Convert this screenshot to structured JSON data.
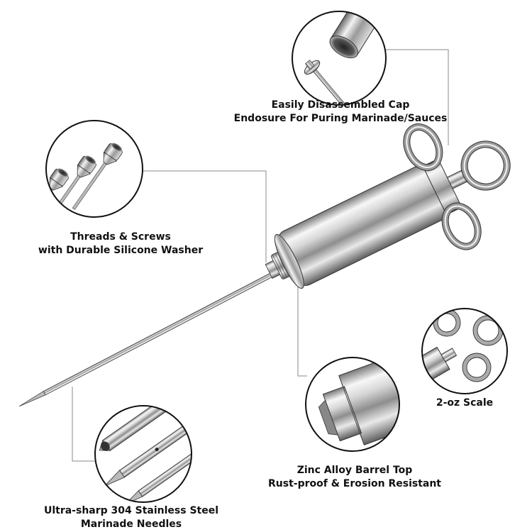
{
  "callouts": {
    "cap": {
      "line1": "Easily Disassembled Cap",
      "line2": "Endosure For Puring Marinade/Sauces"
    },
    "threads": {
      "line1": "Threads & Screws",
      "line2": "with Durable Silicone Washer"
    },
    "scale": {
      "line1": "2-oz Scale"
    },
    "barrel": {
      "line1": "Zinc Alloy Barrel Top",
      "line2": "Rust-proof & Erosion Resistant"
    },
    "needles": {
      "line1": "Ultra-sharp 304 Stainless Steel",
      "line2": "Marinade Needles"
    }
  },
  "colors": {
    "outline": "#111111",
    "leader": "#888888",
    "steel_light": "#f4f4f4",
    "steel_mid": "#c8c8c8",
    "steel_dark": "#6a6a6a"
  }
}
